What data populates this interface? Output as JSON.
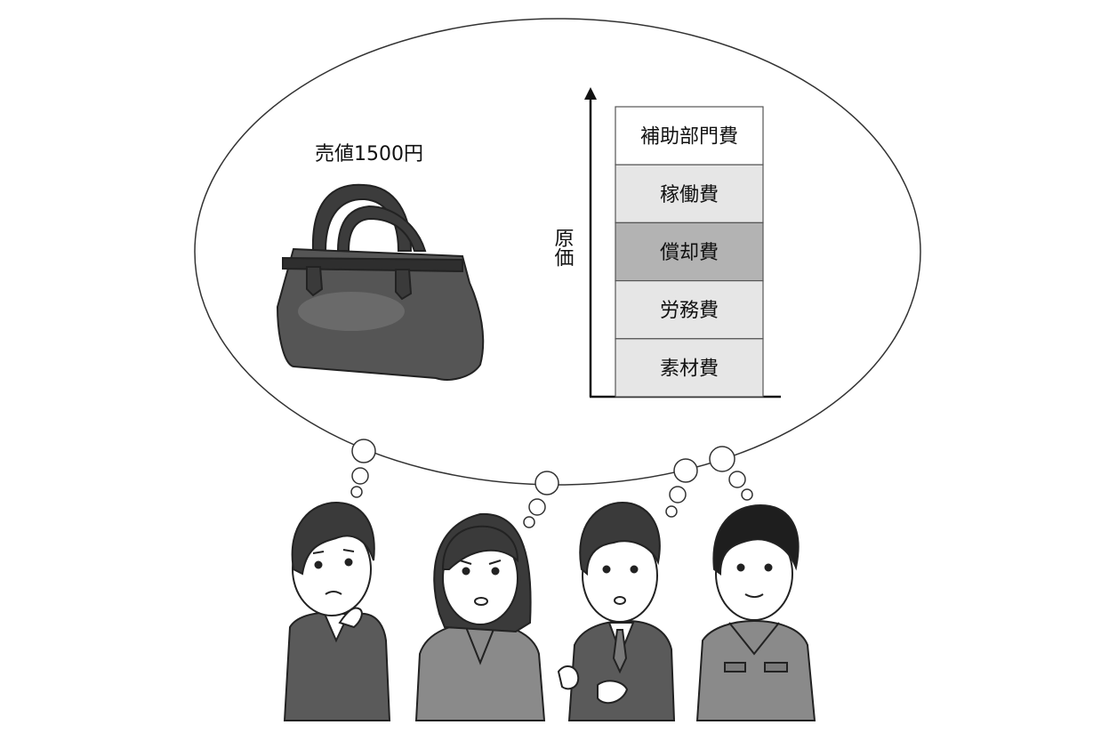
{
  "price_label": "売値1500円",
  "axis_label": "原価",
  "cost_stack": [
    {
      "label": "補助部門費",
      "fill": "#ffffff"
    },
    {
      "label": "稼働費",
      "fill": "#e6e6e6"
    },
    {
      "label": "償却費",
      "fill": "#b3b3b3"
    },
    {
      "label": "労務費",
      "fill": "#e6e6e6"
    },
    {
      "label": "素材費",
      "fill": "#e6e6e6"
    }
  ],
  "colors": {
    "line": "#222222",
    "bag": "#4a4a4a",
    "suit": "#5a5a5a",
    "skin": "#ffffff",
    "hair": "#3a3a3a"
  }
}
